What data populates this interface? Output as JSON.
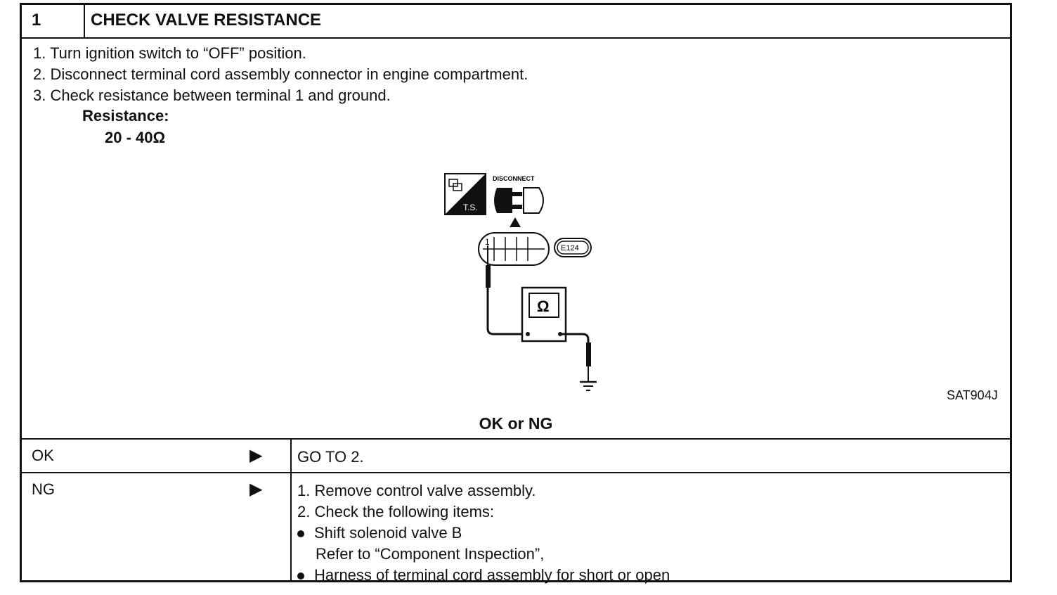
{
  "header": {
    "number": "1",
    "title": "CHECK VALVE RESISTANCE"
  },
  "steps": [
    "1.  Turn ignition switch to “OFF” position.",
    "2.  Disconnect terminal cord assembly connector in engine compartment.",
    "3.  Check resistance between terminal 1 and ground."
  ],
  "spec": {
    "label": "Resistance:",
    "value": "20 - 40Ω"
  },
  "figure": {
    "disconnect_label": "DISCONNECT",
    "ts_label": "T.S.",
    "terminal_label": "1",
    "connector_code": "E124",
    "meter_symbol": "Ω",
    "code": "SAT904J"
  },
  "decision": {
    "question": "OK or NG"
  },
  "results": [
    {
      "label": "OK",
      "arrow": "▶",
      "lines": [
        "GO TO 2."
      ]
    },
    {
      "label": "NG",
      "arrow": "▶",
      "lines": [
        "1.  Remove control valve assembly.",
        "2.  Check the following items:",
        "Shift solenoid valve B",
        "Refer to “Component Inspection”,",
        "Harness of terminal cord assembly for short or open"
      ]
    }
  ]
}
